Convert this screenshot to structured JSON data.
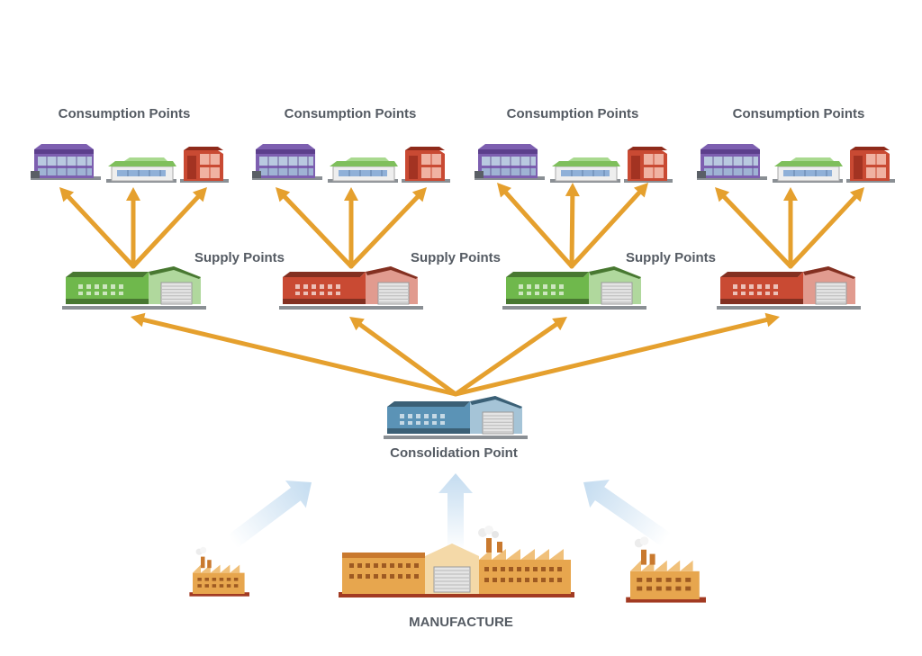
{
  "labels": {
    "consumption_groups": [
      "Consumption Points",
      "Consumption Points",
      "Consumption Points",
      "Consumption Points"
    ],
    "supply_points": [
      "Supply  Points",
      "Supply  Points",
      "Supply  Points"
    ],
    "consolidation": "Consolidation Point",
    "manufacture": "MANUFACTURE"
  },
  "colors": {
    "arrow": "#e5a02e",
    "flow_arrow": "#c4dcf0",
    "label_text": "#555b63",
    "warehouse_green": "#6fb84c",
    "warehouse_red": "#c94a33",
    "consolidation_blue": "#5b93b6",
    "factory_orange": "#e7a64e",
    "office_purple": "#7d5fb0"
  },
  "icons": {
    "consumption": [
      "office-building-icon",
      "store-building-icon",
      "shop-building-icon"
    ],
    "supply": [
      "green-warehouse-icon",
      "red-warehouse-icon",
      "green-warehouse-icon",
      "red-warehouse-icon"
    ],
    "consolidation": "blue-warehouse-icon",
    "manufacture": [
      "small-factory-icon",
      "large-factory-icon",
      "small-factory-icon"
    ]
  }
}
